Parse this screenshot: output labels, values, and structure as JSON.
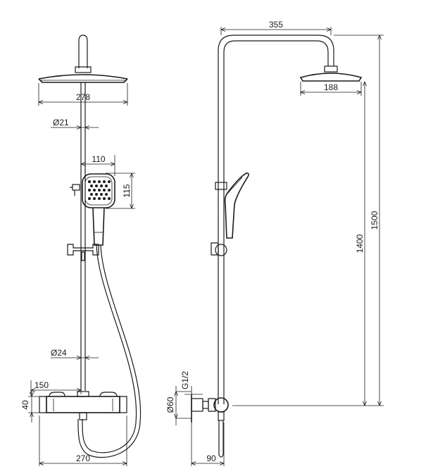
{
  "front_view": {
    "dimensions": {
      "head_diameter": "278",
      "pipe_top_diameter": "Ø21",
      "handshower_width": "110",
      "handshower_height": "115",
      "pipe_bottom_diameter": "Ø24",
      "valve_width": "150",
      "valve_height": "40",
      "valve_length": "270"
    }
  },
  "side_view": {
    "dimensions": {
      "arm_length": "355",
      "head_diameter": "188",
      "total_height": "1500",
      "handshower_height": "1400",
      "inlet_thread": "G1/2",
      "escutcheon_diameter": "Ø60",
      "wall_distance": "90"
    }
  },
  "colors": {
    "line": "#1a1a1a",
    "background": "#ffffff"
  }
}
